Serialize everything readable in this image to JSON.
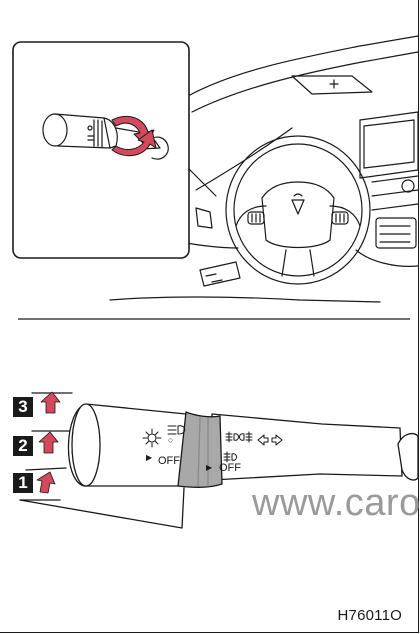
{
  "figure": {
    "reference_code": "H76011O",
    "watermark_text": "www.caro"
  },
  "callouts": [
    {
      "number": "3"
    },
    {
      "number": "2"
    },
    {
      "number": "1"
    }
  ],
  "switch_labels": {
    "headlight_off": "OFF",
    "fog_off": "OFF",
    "auto_mark": "○",
    "pointer_mark": "▶"
  },
  "icons": {
    "inset_rotation_arrow": "curved-arrow-icon",
    "headlight_symbol": "headlight-icon",
    "tail_light_symbol": "sun-lamp-icon",
    "front_fog_symbol": "front-fog-icon",
    "rear_fog_symbol": "rear-fog-icon",
    "turn_signal_symbol": "turn-signal-icon",
    "callout_arrow": "up-arrow-icon"
  },
  "colors": {
    "line_art": "#1a1a1a",
    "arrow_accent": "#d6485b",
    "ring_shade": "#a8a8a8",
    "watermark_gray": "#9a9a9a"
  }
}
